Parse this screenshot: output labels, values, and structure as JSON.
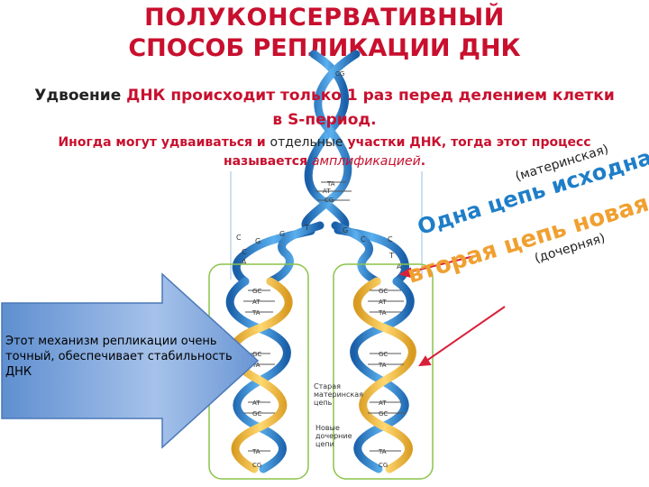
{
  "title": {
    "line1": "ПОЛУКОНСЕРВАТИВНЫЙ",
    "line2": "СПОСОБ РЕПЛИКАЦИИ ДНК"
  },
  "text": {
    "l1_a": "Удвоение ",
    "l1_b": "ДНК происходит только 1 раз  перед делением клетки",
    "l2": "в S-период.",
    "l3_a": "Иногда могут удваиваться и ",
    "l3_b": "отдельные",
    "l3_c": " участки ДНК, тогда этот процесс",
    "l4_a": "называется ",
    "l4_b": "амплификацией",
    "l4_c": "."
  },
  "arrow_box": {
    "text": "Этот механизм репликации очень точный, обеспечивает стабильность ДНК"
  },
  "annotations": {
    "orig_paren": "(материнская)",
    "orig_big": "Одна цепь исходная",
    "new_big": "вторая цепь новая",
    "new_paren": "(дочерняя)"
  },
  "dna_labels": {
    "old_strand": "Старая материнская цепь",
    "new_strand": "Новые дочерние цепи"
  },
  "colors": {
    "title": "#c8102e",
    "old_strand": "#1e7ec8",
    "new_strand": "#f0b030",
    "arrow": "#6f9ad0",
    "pointer": "#d9203a"
  }
}
